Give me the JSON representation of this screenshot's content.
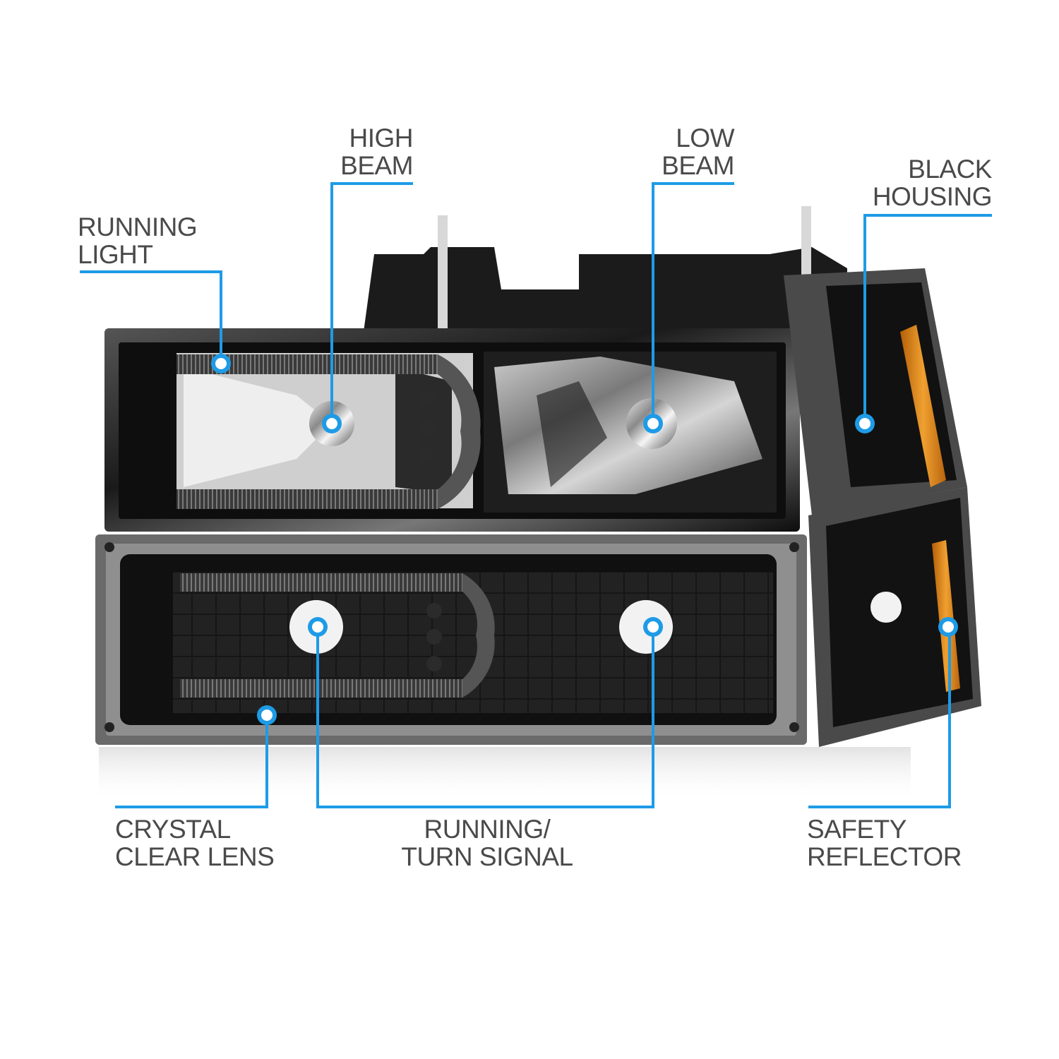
{
  "callouts": {
    "running_light": {
      "line1": "RUNNING",
      "line2": "LIGHT"
    },
    "high_beam": {
      "line1": "HIGH",
      "line2": "BEAM"
    },
    "low_beam": {
      "line1": "LOW",
      "line2": "BEAM"
    },
    "black_housing": {
      "line1": "BLACK",
      "line2": "HOUSING"
    },
    "crystal_clear_lens": {
      "line1": "CRYSTAL",
      "line2": "CLEAR LENS"
    },
    "running_turn_signal": {
      "line1": "RUNNING/",
      "line2": "TURN SIGNAL"
    },
    "safety_reflector": {
      "line1": "SAFETY",
      "line2": "REFLECTOR"
    }
  },
  "colors": {
    "callout_line": "#1e9be6",
    "label_text": "#4a4a4a",
    "housing": "#141414",
    "amber": "#e08a1a"
  }
}
